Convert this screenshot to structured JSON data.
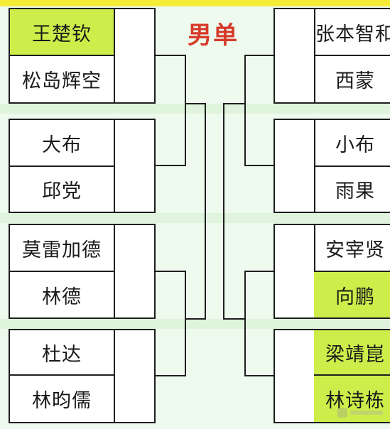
{
  "title": "男单",
  "colors": {
    "highlight": "#cdee4a",
    "title": "#d63a2a",
    "line": "#1e1e1e",
    "background": "#eefaee"
  },
  "left_groups": [
    {
      "players": [
        {
          "name": "王楚钦",
          "highlighted": true
        },
        {
          "name": "松岛辉空",
          "highlighted": false
        }
      ]
    },
    {
      "players": [
        {
          "name": "大布",
          "highlighted": false
        },
        {
          "name": "邱党",
          "highlighted": false
        }
      ]
    },
    {
      "players": [
        {
          "name": "莫雷加德",
          "highlighted": false
        },
        {
          "name": "林德",
          "highlighted": false
        }
      ]
    },
    {
      "players": [
        {
          "name": "杜达",
          "highlighted": false
        },
        {
          "name": "林昀儒",
          "highlighted": false
        }
      ]
    }
  ],
  "right_groups": [
    {
      "players": [
        {
          "name": "张本智和",
          "highlighted": false
        },
        {
          "name": "西蒙",
          "highlighted": false
        }
      ]
    },
    {
      "players": [
        {
          "name": "小布",
          "highlighted": false
        },
        {
          "name": "雨果",
          "highlighted": false
        }
      ]
    },
    {
      "players": [
        {
          "name": "安宰贤",
          "highlighted": false
        },
        {
          "name": "向鹏",
          "highlighted": true
        }
      ]
    },
    {
      "players": [
        {
          "name": "梁靖崑",
          "highlighted": true
        },
        {
          "name": "林诗栋",
          "highlighted": true
        }
      ]
    }
  ]
}
